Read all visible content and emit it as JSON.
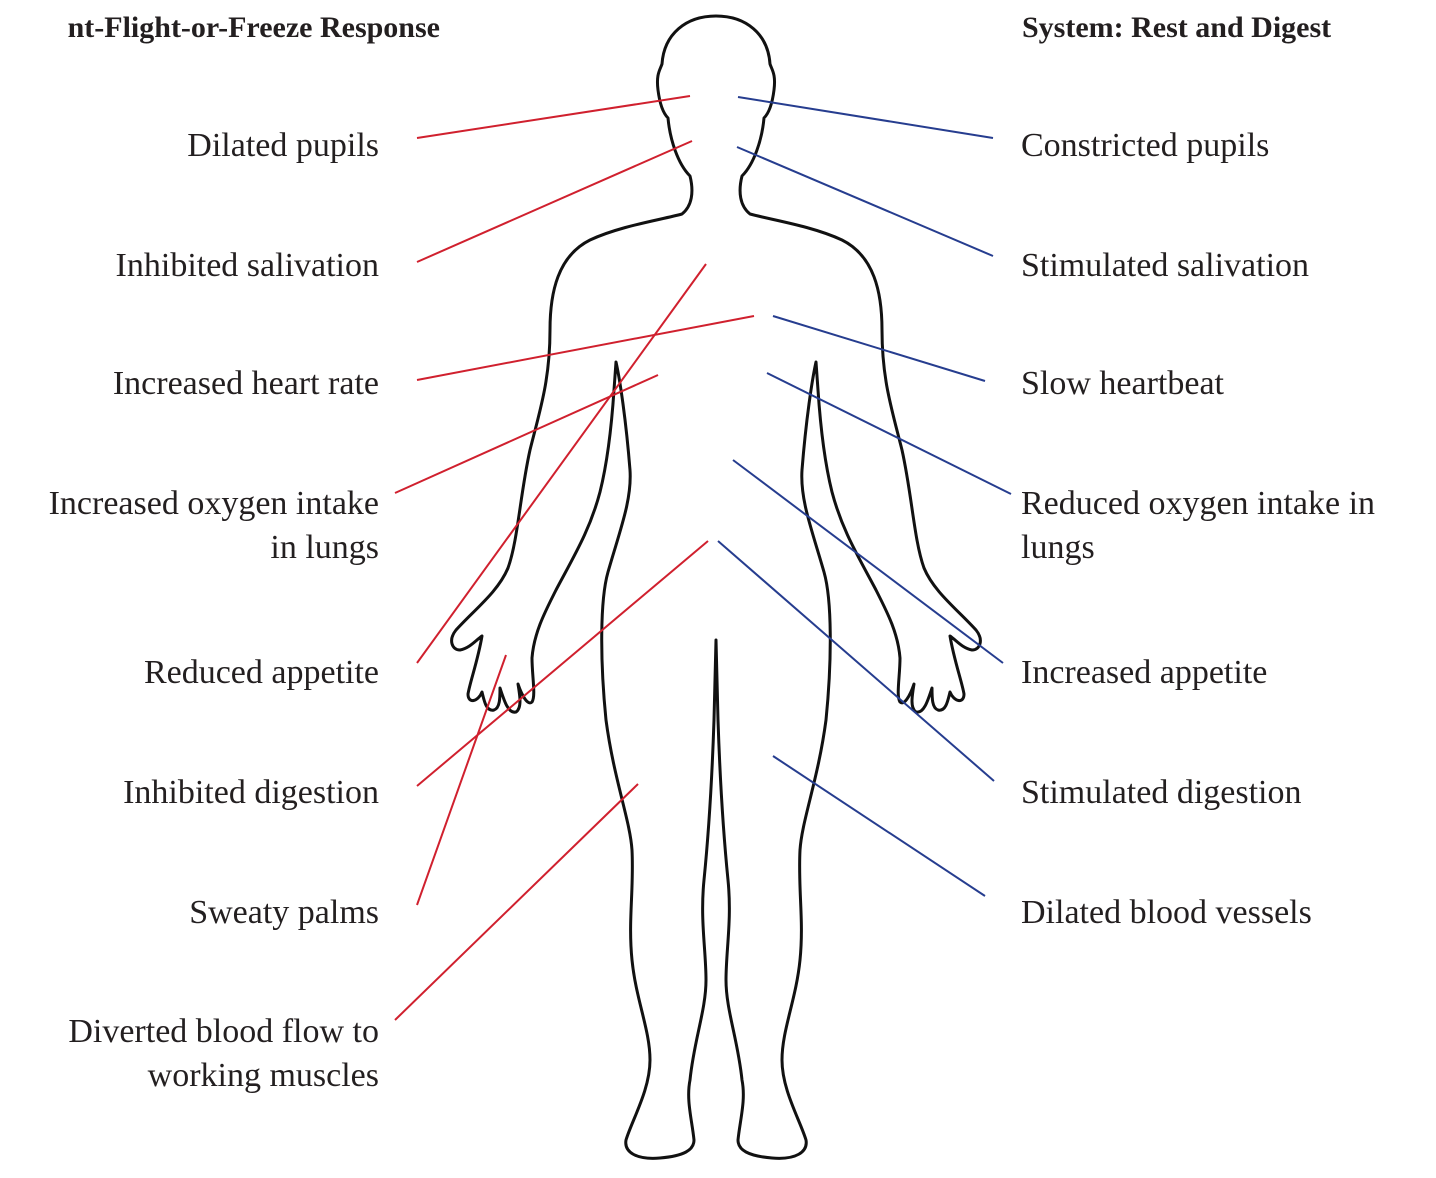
{
  "sympathetic": {
    "heading": "nt-Flight-or-Freeze Response",
    "color": "#d0202e",
    "effects": [
      {
        "lines": [
          "Dilated pupils"
        ]
      },
      {
        "lines": [
          "Inhibited salivation"
        ]
      },
      {
        "lines": [
          "Increased heart rate"
        ]
      },
      {
        "lines": [
          "Increased oxygen intake",
          "in lungs"
        ]
      },
      {
        "lines": [
          "Reduced appetite"
        ]
      },
      {
        "lines": [
          "Inhibited digestion"
        ]
      },
      {
        "lines": [
          "Sweaty palms"
        ]
      },
      {
        "lines": [
          "Diverted blood flow to",
          "working muscles"
        ]
      }
    ]
  },
  "parasympathetic": {
    "heading": "System: Rest and Digest",
    "color": "#263d8f",
    "effects": [
      {
        "lines": [
          "Constricted pupils"
        ]
      },
      {
        "lines": [
          "Stimulated salivation"
        ]
      },
      {
        "lines": [
          "Slow heartbeat"
        ]
      },
      {
        "lines": [
          "Reduced oxygen intake in",
          "lungs"
        ]
      },
      {
        "lines": [
          "Increased appetite"
        ]
      },
      {
        "lines": [
          "Stimulated digestion"
        ]
      },
      {
        "lines": [
          "Dilated blood vessels"
        ]
      }
    ]
  },
  "body_outline_color": "#111111"
}
